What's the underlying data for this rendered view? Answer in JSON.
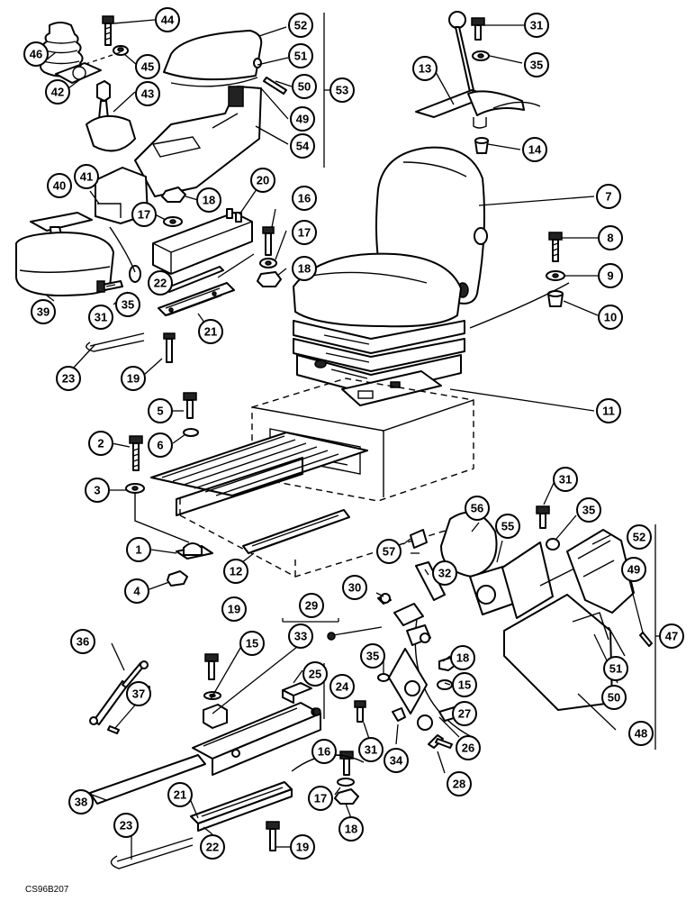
{
  "reference_code": "CS96B207",
  "callouts": {
    "n1": "1",
    "n2": "2",
    "n3": "3",
    "n4": "4",
    "n5": "5",
    "n6": "6",
    "n7": "7",
    "n8": "8",
    "n9": "9",
    "n10": "10",
    "n11": "11",
    "n12": "12",
    "n13": "13",
    "n14": "14",
    "n15a": "15",
    "n15b": "15",
    "n16a": "16",
    "n16b": "16",
    "n17a": "17",
    "n17b": "17",
    "n17c": "17",
    "n18a": "18",
    "n18b": "18",
    "n18c": "18",
    "n18d": "18",
    "n19a": "19",
    "n19b": "19",
    "n19c": "19",
    "n20": "20",
    "n21a": "21",
    "n21b": "21",
    "n22a": "22",
    "n22b": "22",
    "n23a": "23",
    "n23b": "23",
    "n24": "24",
    "n25": "25",
    "n26": "26",
    "n27": "27",
    "n28": "28",
    "n29": "29",
    "n30": "30",
    "n31a": "31",
    "n31b": "31",
    "n31c": "31",
    "n31d": "31",
    "n32": "32",
    "n33": "33",
    "n34": "34",
    "n35a": "35",
    "n35b": "35",
    "n35c": "35",
    "n35d": "35",
    "n36": "36",
    "n37": "37",
    "n38": "38",
    "n39": "39",
    "n40": "40",
    "n41": "41",
    "n42": "42",
    "n43": "43",
    "n44": "44",
    "n45": "45",
    "n46": "46",
    "n47": "47",
    "n48": "48",
    "n49a": "49",
    "n49b": "49",
    "n50a": "50",
    "n50b": "50",
    "n51a": "51",
    "n51b": "51",
    "n52a": "52",
    "n52b": "52",
    "n53": "53",
    "n54": "54",
    "n55": "55",
    "n56": "56",
    "n57": "57"
  }
}
